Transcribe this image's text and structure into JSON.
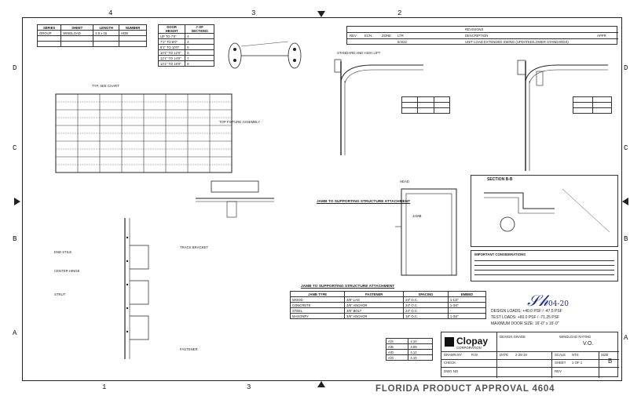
{
  "zones": {
    "top": [
      "4",
      "3",
      "2"
    ],
    "bottom": [
      "1",
      "3"
    ],
    "left": [
      "D",
      "C",
      "B",
      "A"
    ],
    "right": [
      "D",
      "C",
      "B",
      "A"
    ]
  },
  "drawing_title": "FLORIDA PRODUCT APPROVAL 4604",
  "company": "Clopay",
  "company_sub": "CORPORATION",
  "revision_block": {
    "header": [
      "REV",
      "ECN",
      "ZONE",
      "LTR",
      "DESCRIPTION",
      "APPR"
    ],
    "title": "REVISIONS",
    "row": [
      "",
      "",
      "",
      "",
      "UNIT LOAD EXTENDED SWING (UPDATED/LOWER STANDARDS)",
      ""
    ],
    "date": "6/4/22"
  },
  "model_table": {
    "header": [
      "SERIES",
      "SHEET",
      "LENGTH",
      "NUMBER"
    ],
    "rows": [
      [
        "GROUP",
        "WINDLOAD",
        "4.0 x 16",
        "HDB"
      ],
      [
        "",
        "",
        "",
        ""
      ],
      [
        "",
        "",
        "",
        ""
      ]
    ]
  },
  "section_table": {
    "header": [
      "DOOR HEIGHT",
      "# OF SECTIONS"
    ],
    "rows": [
      [
        "UP TO 7'0\"",
        "4"
      ],
      [
        "7'1\" TO 8'0\"",
        "4"
      ],
      [
        "8'1\" TO 10'0\"",
        "5"
      ],
      [
        "10'1\" TO 12'0\"",
        "6"
      ],
      [
        "12'1\" TO 14'0\"",
        "7"
      ],
      [
        "14'1\" TO 16'0\"",
        "8"
      ]
    ]
  },
  "labels": {
    "design_note": "DESIGN LOADS: +40.0 PSF / -47.5 PSF",
    "test_note": "TEST LOADS: +60.0 PSF / -71.25 PSF",
    "section_bb": "SECTION B-B",
    "important": "IMPORTANT CONSIDERATIONS",
    "jamb_title": "JAMB TO SUPPORTING STRUCTURE ATTACHMENT",
    "jamb_table_title": "JAMB TO SUPPORTING STRUCTURE ATTACHMENT",
    "design_grade": "DESIGN GRADE",
    "windload_rating": "WINDLOAD RATING",
    "date_sig": "04-20",
    "drawn_by": "DRAWN BY",
    "date_label": "DATE",
    "scale_label": "SCALE",
    "sheet_label": "SHEET",
    "size_label": "SIZE",
    "size_val": "B",
    "dwg_no_label": "DWG NO",
    "rev_label": "REV",
    "sheet_val": "1 OF 1",
    "scale_val": "NTS",
    "drawn_val": "R.M.",
    "date_val": "2-28-19",
    "check_label": "CHECK",
    "windload_val": "V.O.",
    "max_size": "MAXIMUM DOOR SIZE: 16'-0\" x 16'-0\""
  },
  "notes": [
    "STANDARD AND HIGH LIFT",
    "TYP. SEE CHART",
    "TOP FIXTURE ASSEMBLY",
    "END STILE",
    "CENTER HINGE",
    "STRUT",
    "TRACK BRACKET",
    "JAMB",
    "HEAD",
    "FASTENER"
  ],
  "jamb_table": {
    "header": [
      "JAMB TYPE",
      "FASTENER",
      "SPACING",
      "EMBED"
    ],
    "rows": [
      [
        "WOOD",
        "3/8\" LAG",
        "24\" O.C.",
        "1-1/2\""
      ],
      [
        "CONCRETE",
        "3/8\" ANCHOR",
        "24\" O.C.",
        "1-3/4\""
      ],
      [
        "STEEL",
        "3/8\" BOLT",
        "24\" O.C.",
        "-"
      ],
      [
        "MASONRY",
        "3/8\" ANCHOR",
        "18\" O.C.",
        "1-3/4\""
      ]
    ]
  },
  "weights": {
    "rows": [
      [
        "A/S",
        "4.10"
      ],
      [
        "A/B",
        "4.09"
      ],
      [
        "A/D",
        "4.12"
      ],
      [
        "A/G",
        "4.10"
      ]
    ]
  }
}
